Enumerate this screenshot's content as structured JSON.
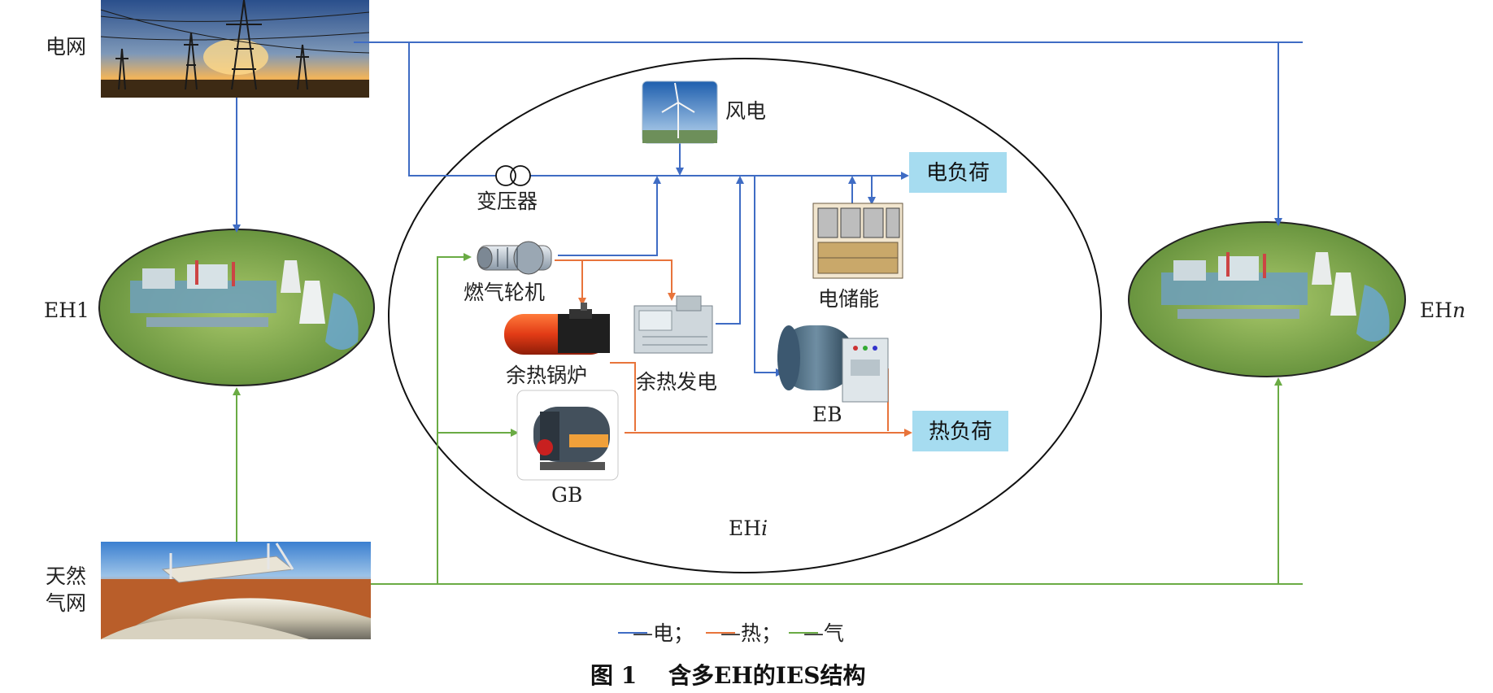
{
  "labels": {
    "grid": "电网",
    "gas_network_line1": "天然",
    "gas_network_line2": "气网",
    "eh1": "EH1",
    "ehn_prefix": "EH",
    "ehn_suffix": "n",
    "ehi_prefix": "EH",
    "ehi_suffix": "i",
    "transformer": "变压器",
    "wind": "风电",
    "electric_load": "电负荷",
    "heat_load": "热负荷",
    "gas_turbine": "燃气轮机",
    "waste_heat_boiler": "余热锅炉",
    "waste_heat_power": "余热发电",
    "electric_storage": "电储能",
    "eb": "EB",
    "gb": "GB"
  },
  "legend": {
    "electric": "—电；",
    "heat": "—热；",
    "gas": "—气"
  },
  "caption": {
    "number": "图 1",
    "title": "含多EH的IES结构"
  },
  "colors": {
    "electric": "#3f6cc4",
    "heat": "#e8743b",
    "gas": "#6aab44",
    "load_box": "#a6dcf0"
  },
  "icons": [
    "power-grid-photo",
    "natural-gas-pipeline-photo",
    "energy-hub-plant-eh1",
    "energy-hub-plant-ehn",
    "wind-turbine-icon",
    "transformer-icon",
    "gas-turbine-icon",
    "waste-heat-boiler-icon",
    "waste-heat-generator-icon",
    "battery-storage-icon",
    "electric-boiler-icon",
    "gas-boiler-icon"
  ]
}
